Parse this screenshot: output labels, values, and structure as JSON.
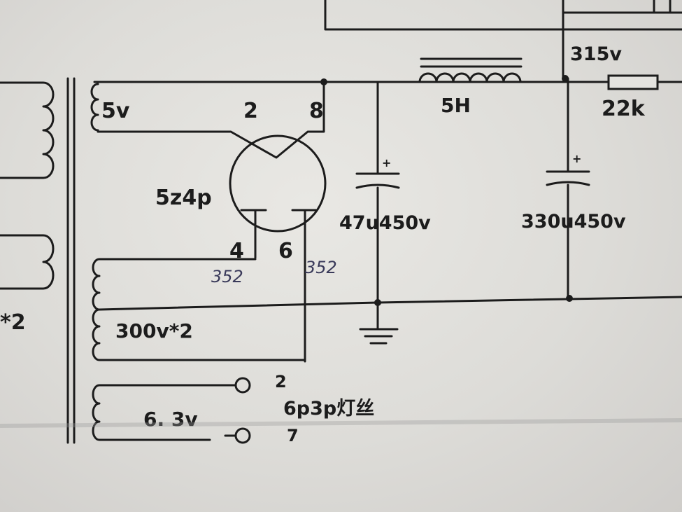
{
  "schematic": {
    "primary_ratio": "*2",
    "rectifier_filament": "5v",
    "tube_pin_2": "2",
    "tube_pin_8": "8",
    "tube_type": "5z4p",
    "tube_pin_4": "4",
    "tube_pin_6": "6",
    "pin_4_voltage_note": "352",
    "pin_6_voltage_note": "352",
    "hv_winding": "300v*2",
    "cap1": "47u450v",
    "choke": "5H",
    "b_plus": "315v",
    "resistor": "22k",
    "cap2": "330u450v",
    "heater_winding": "6. 3v",
    "heater_pin_a": "2",
    "heater_pin_b": "7",
    "heater_label": "6p3p灯丝"
  },
  "colors": {
    "ink": "#1c1c1c",
    "paper": "#e4e3df",
    "pen": "#3a3a5a"
  }
}
